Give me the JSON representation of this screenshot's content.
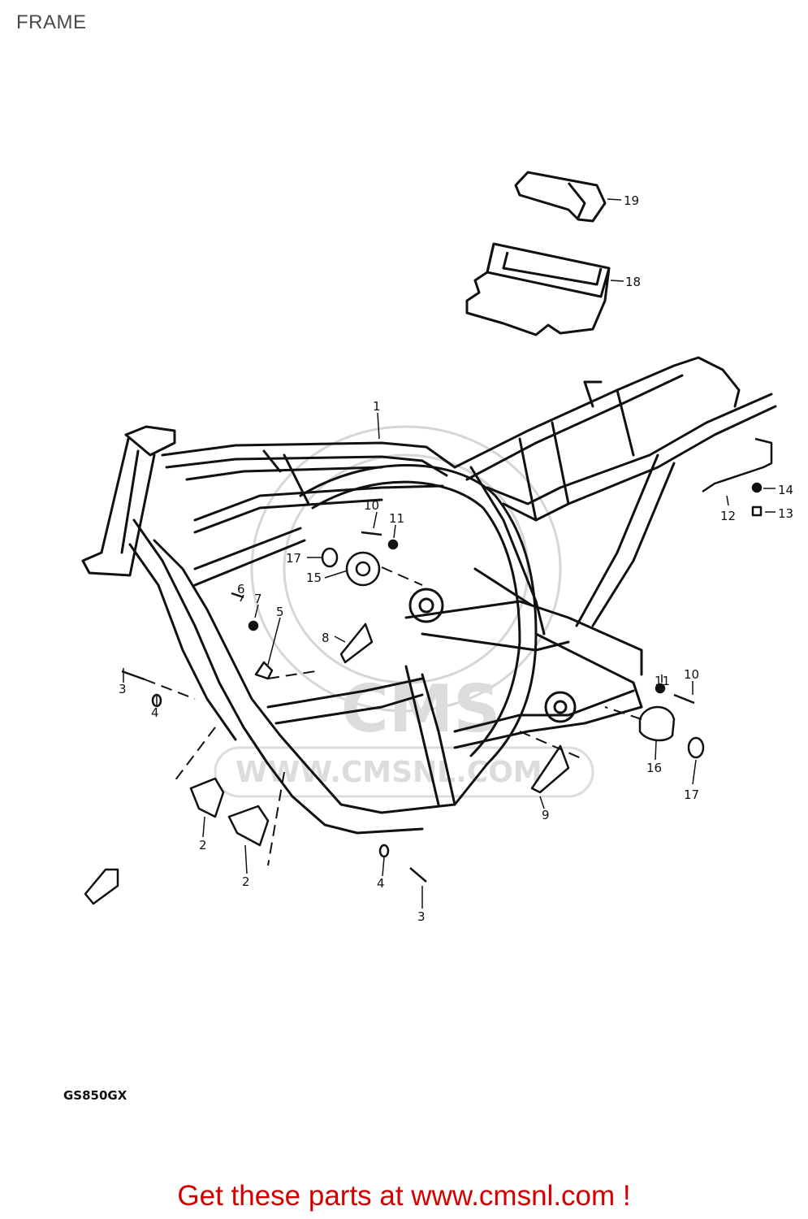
{
  "page": {
    "title": "FRAME",
    "model": "GS850GX",
    "footer_link": "Get these parts at www.cmsnl.com !"
  },
  "watermark": {
    "brand": "CMS",
    "url": "WWW.CMSNL.COM"
  },
  "parts": [
    {
      "id": "p1",
      "number": "1"
    },
    {
      "id": "p2a",
      "number": "2"
    },
    {
      "id": "p2b",
      "number": "2"
    },
    {
      "id": "p3a",
      "number": "3"
    },
    {
      "id": "p3b",
      "number": "3"
    },
    {
      "id": "p4a",
      "number": "4"
    },
    {
      "id": "p4b",
      "number": "4"
    },
    {
      "id": "p5",
      "number": "5"
    },
    {
      "id": "p6",
      "number": "6"
    },
    {
      "id": "p7",
      "number": "7"
    },
    {
      "id": "p8",
      "number": "8"
    },
    {
      "id": "p9",
      "number": "9"
    },
    {
      "id": "p10a",
      "number": "10"
    },
    {
      "id": "p10b",
      "number": "10"
    },
    {
      "id": "p11a",
      "number": "11"
    },
    {
      "id": "p11b",
      "number": "11"
    },
    {
      "id": "p12",
      "number": "12"
    },
    {
      "id": "p13",
      "number": "13"
    },
    {
      "id": "p14",
      "number": "14"
    },
    {
      "id": "p15",
      "number": "15"
    },
    {
      "id": "p16",
      "number": "16"
    },
    {
      "id": "p17a",
      "number": "17"
    },
    {
      "id": "p17b",
      "number": "17"
    },
    {
      "id": "p18",
      "number": "18"
    },
    {
      "id": "p19",
      "number": "19"
    }
  ],
  "colors": {
    "line": "#111111",
    "footer": "#d40000",
    "watermark": "#d6d6d6"
  }
}
